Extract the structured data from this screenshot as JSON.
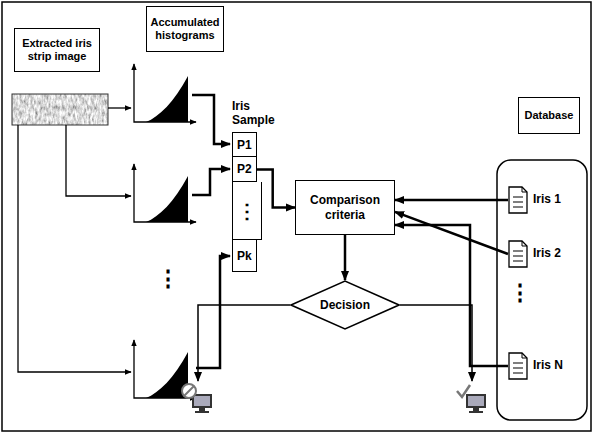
{
  "diagram": {
    "nodes": [
      {
        "text": [
          "Extracted iris strip image"
        ]
      },
      {
        "text": [
          "Accumulated histograms"
        ]
      },
      {
        "text": [
          "Iris Sample"
        ]
      },
      {
        "text": [
          "P1"
        ],
        "in": 2
      },
      {
        "text": [
          "P2"
        ],
        "in": 2
      },
      {
        "text": [
          "⋮"
        ],
        "in": 2
      },
      {
        "text": [
          "Pk"
        ],
        "in": 2
      },
      {
        "text": [
          "Comparison criteria"
        ]
      },
      {
        "text": [
          "Decision"
        ]
      },
      {
        "text": [
          "Database"
        ]
      },
      {
        "text": [
          "Iris 1"
        ]
      },
      {
        "text": [
          "Iris 2"
        ]
      },
      {
        "text": [
          "Iris N"
        ]
      }
    ],
    "edges": [
      {
        "from": 4,
        "to": 7,
        "arrow": "to"
      },
      {
        "from": 7,
        "to": 8,
        "arrow": "to"
      },
      {
        "from": 10,
        "to": 7,
        "arrow": "to"
      },
      {
        "from": 11,
        "to": 7,
        "arrow": "to"
      },
      {
        "from": 12,
        "to": 7,
        "arrow": "to"
      }
    ],
    "labels": [
      "⋮",
      "⋮"
    ]
  }
}
